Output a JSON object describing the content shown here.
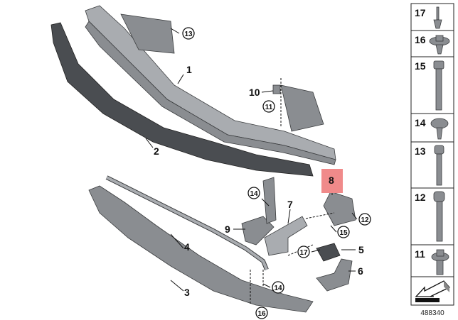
{
  "diagram": {
    "callouts": {
      "p1": "1",
      "p2": "2",
      "p3": "3",
      "p4": "4",
      "p5": "5",
      "p6": "6",
      "p7": "7",
      "p8": "8",
      "p9": "9",
      "p10": "10",
      "c11": "11",
      "c12": "12",
      "c13": "13",
      "c14a": "14",
      "c14b": "14",
      "c15": "15",
      "c16": "16",
      "c17": "17"
    },
    "highlight_color": "#f08a8a",
    "highlighted_part": "8"
  },
  "fasteners": [
    {
      "label": "17"
    },
    {
      "label": "16"
    },
    {
      "label": "15"
    },
    {
      "label": "14"
    },
    {
      "label": "13"
    },
    {
      "label": "12"
    },
    {
      "label": "11"
    }
  ],
  "direction_icon": "arrow-front-left-icon",
  "caption": "488340"
}
